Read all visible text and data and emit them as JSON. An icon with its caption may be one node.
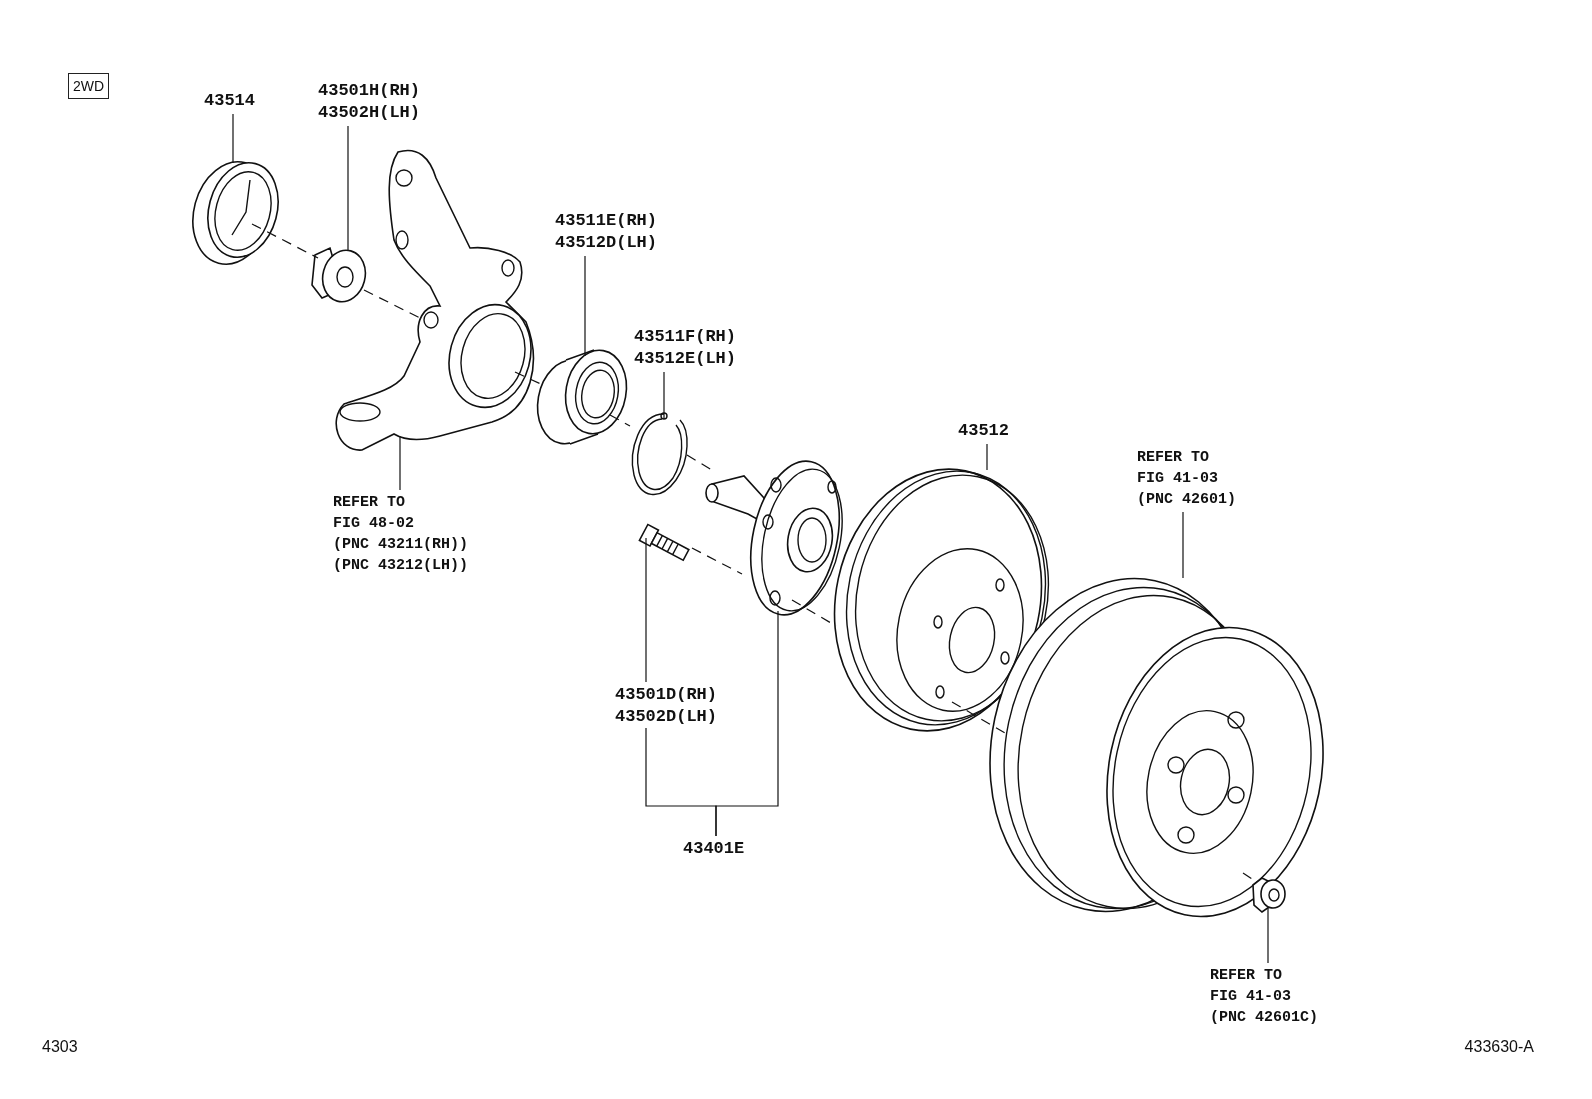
{
  "diagram": {
    "nodes": [
      {
        "text": [
          "2WD"
        ]
      },
      {
        "text": [
          "43514"
        ]
      },
      {
        "text": [
          "43501H(RH) 43502H(LH)"
        ]
      },
      {
        "text": [
          "43511E(RH) 43512D(LH)"
        ]
      },
      {
        "text": [
          "43511F(RH) 43512E(LH)"
        ]
      },
      {
        "text": [
          "REFER TO FIG 48-02 (PNC 43211(RH)) (PNC 43212(LH))"
        ]
      },
      {
        "text": [
          "43512"
        ]
      },
      {
        "text": [
          "REFER TO FIG 41-03 (PNC 42601)"
        ]
      },
      {
        "text": [
          "43501D(RH) 43502D(LH)"
        ]
      },
      {
        "text": [
          "43401E"
        ]
      },
      {
        "text": [
          "REFER TO FIG 41-03 (PNC 42601C)"
        ]
      },
      {
        "text": [],
        "shape": "picture"
      },
      {
        "text": [],
        "shape": "picture"
      },
      {
        "text": [],
        "shape": "picture"
      },
      {
        "text": [],
        "shape": "picture"
      },
      {
        "text": [],
        "shape": "picture"
      },
      {
        "text": [],
        "shape": "picture"
      },
      {
        "text": [],
        "shape": "picture"
      },
      {
        "text": [],
        "shape": "picture"
      },
      {
        "text": [],
        "shape": "picture"
      },
      {
        "text": [],
        "shape": "picture"
      }
    ],
    "edges": [
      {
        "from": 1,
        "to": 11,
        "arrow": "none"
      },
      {
        "from": 2,
        "to": 12,
        "arrow": "none"
      },
      {
        "from": 5,
        "to": 13,
        "arrow": "none"
      },
      {
        "from": 3,
        "to": 14,
        "arrow": "none"
      },
      {
        "from": 4,
        "to": 15,
        "arrow": "none"
      },
      {
        "from": 8,
        "to": 16,
        "arrow": "none"
      },
      {
        "from": 9,
        "to": 8,
        "arrow": "none"
      },
      {
        "from": 9,
        "to": 17,
        "arrow": "none"
      },
      {
        "from": 6,
        "to": 18,
        "arrow": "none"
      },
      {
        "from": 7,
        "to": 19,
        "arrow": "none"
      },
      {
        "from": 10,
        "to": 20,
        "arrow": "none"
      },
      {
        "from": 11,
        "to": 12,
        "arrow": "none",
        "style": "dashed"
      },
      {
        "from": 12,
        "to": 13,
        "arrow": "none",
        "style": "dashed"
      },
      {
        "from": 13,
        "to": 14,
        "arrow": "none",
        "style": "dashed"
      },
      {
        "from": 14,
        "to": 15,
        "arrow": "none",
        "style": "dashed"
      },
      {
        "from": 15,
        "to": 17,
        "arrow": "none",
        "style": "dashed"
      },
      {
        "from": 16,
        "to": 17,
        "arrow": "none",
        "style": "dashed"
      },
      {
        "from": 17,
        "to": 18,
        "arrow": "none",
        "style": "dashed"
      },
      {
        "from": 18,
        "to": 19,
        "arrow": "none",
        "style": "dashed"
      },
      {
        "from": 19,
        "to": 20,
        "arrow": "none",
        "style": "dashed"
      }
    ],
    "labels": [
      "4303",
      "433630-A"
    ]
  }
}
